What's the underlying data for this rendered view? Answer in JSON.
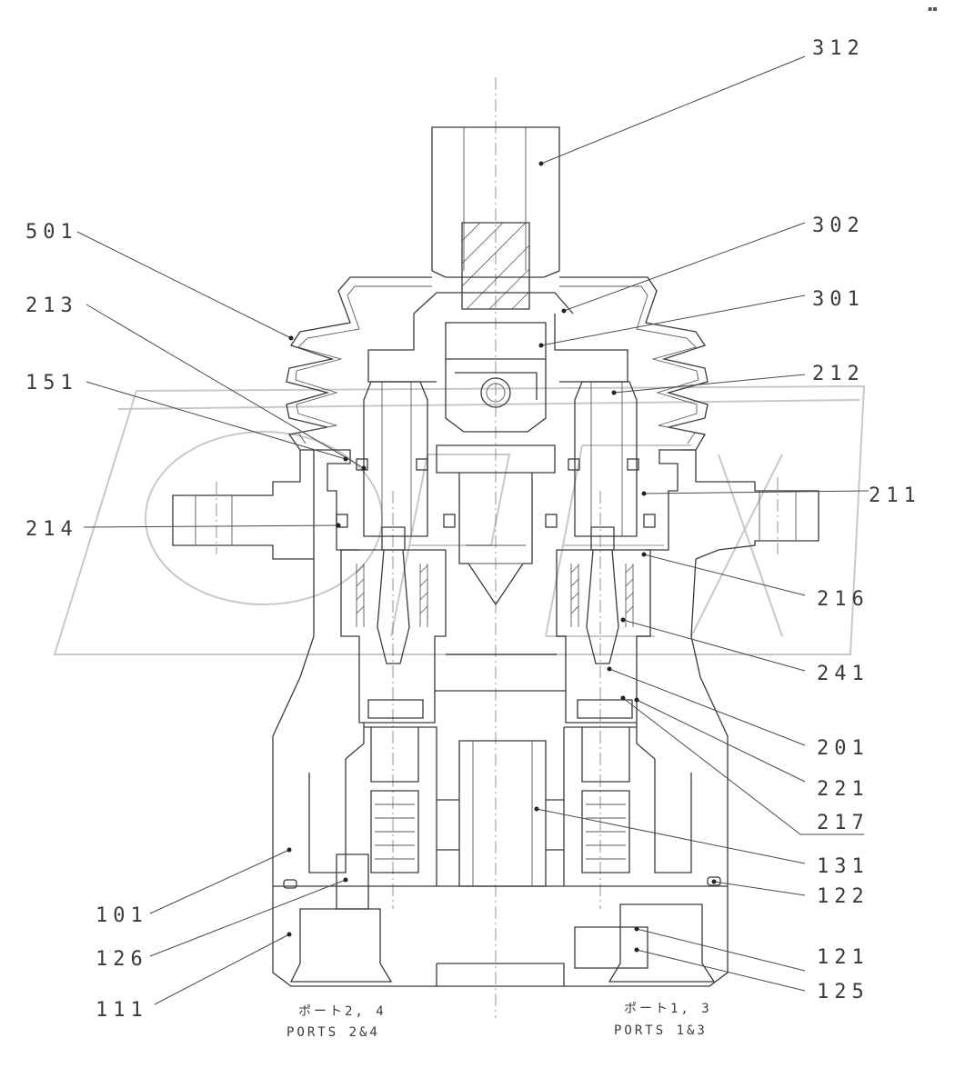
{
  "parts": {
    "p312": "312",
    "p501": "501",
    "p302": "302",
    "p213": "213",
    "p301": "301",
    "p151": "151",
    "p212": "212",
    "p214": "214",
    "p211": "211",
    "p216": "216",
    "p241": "241",
    "p201": "201",
    "p221": "221",
    "p217": "217",
    "p131": "131",
    "p101": "101",
    "p122": "122",
    "p126": "126",
    "p121": "121",
    "p111": "111",
    "p125": "125"
  },
  "ports": {
    "left_jp": "ポート2, 4",
    "left_en": "PORTS 2&4",
    "right_jp": "ポート1, 3",
    "right_en": "PORTS 1&3"
  },
  "corner_mark": "▪▪"
}
